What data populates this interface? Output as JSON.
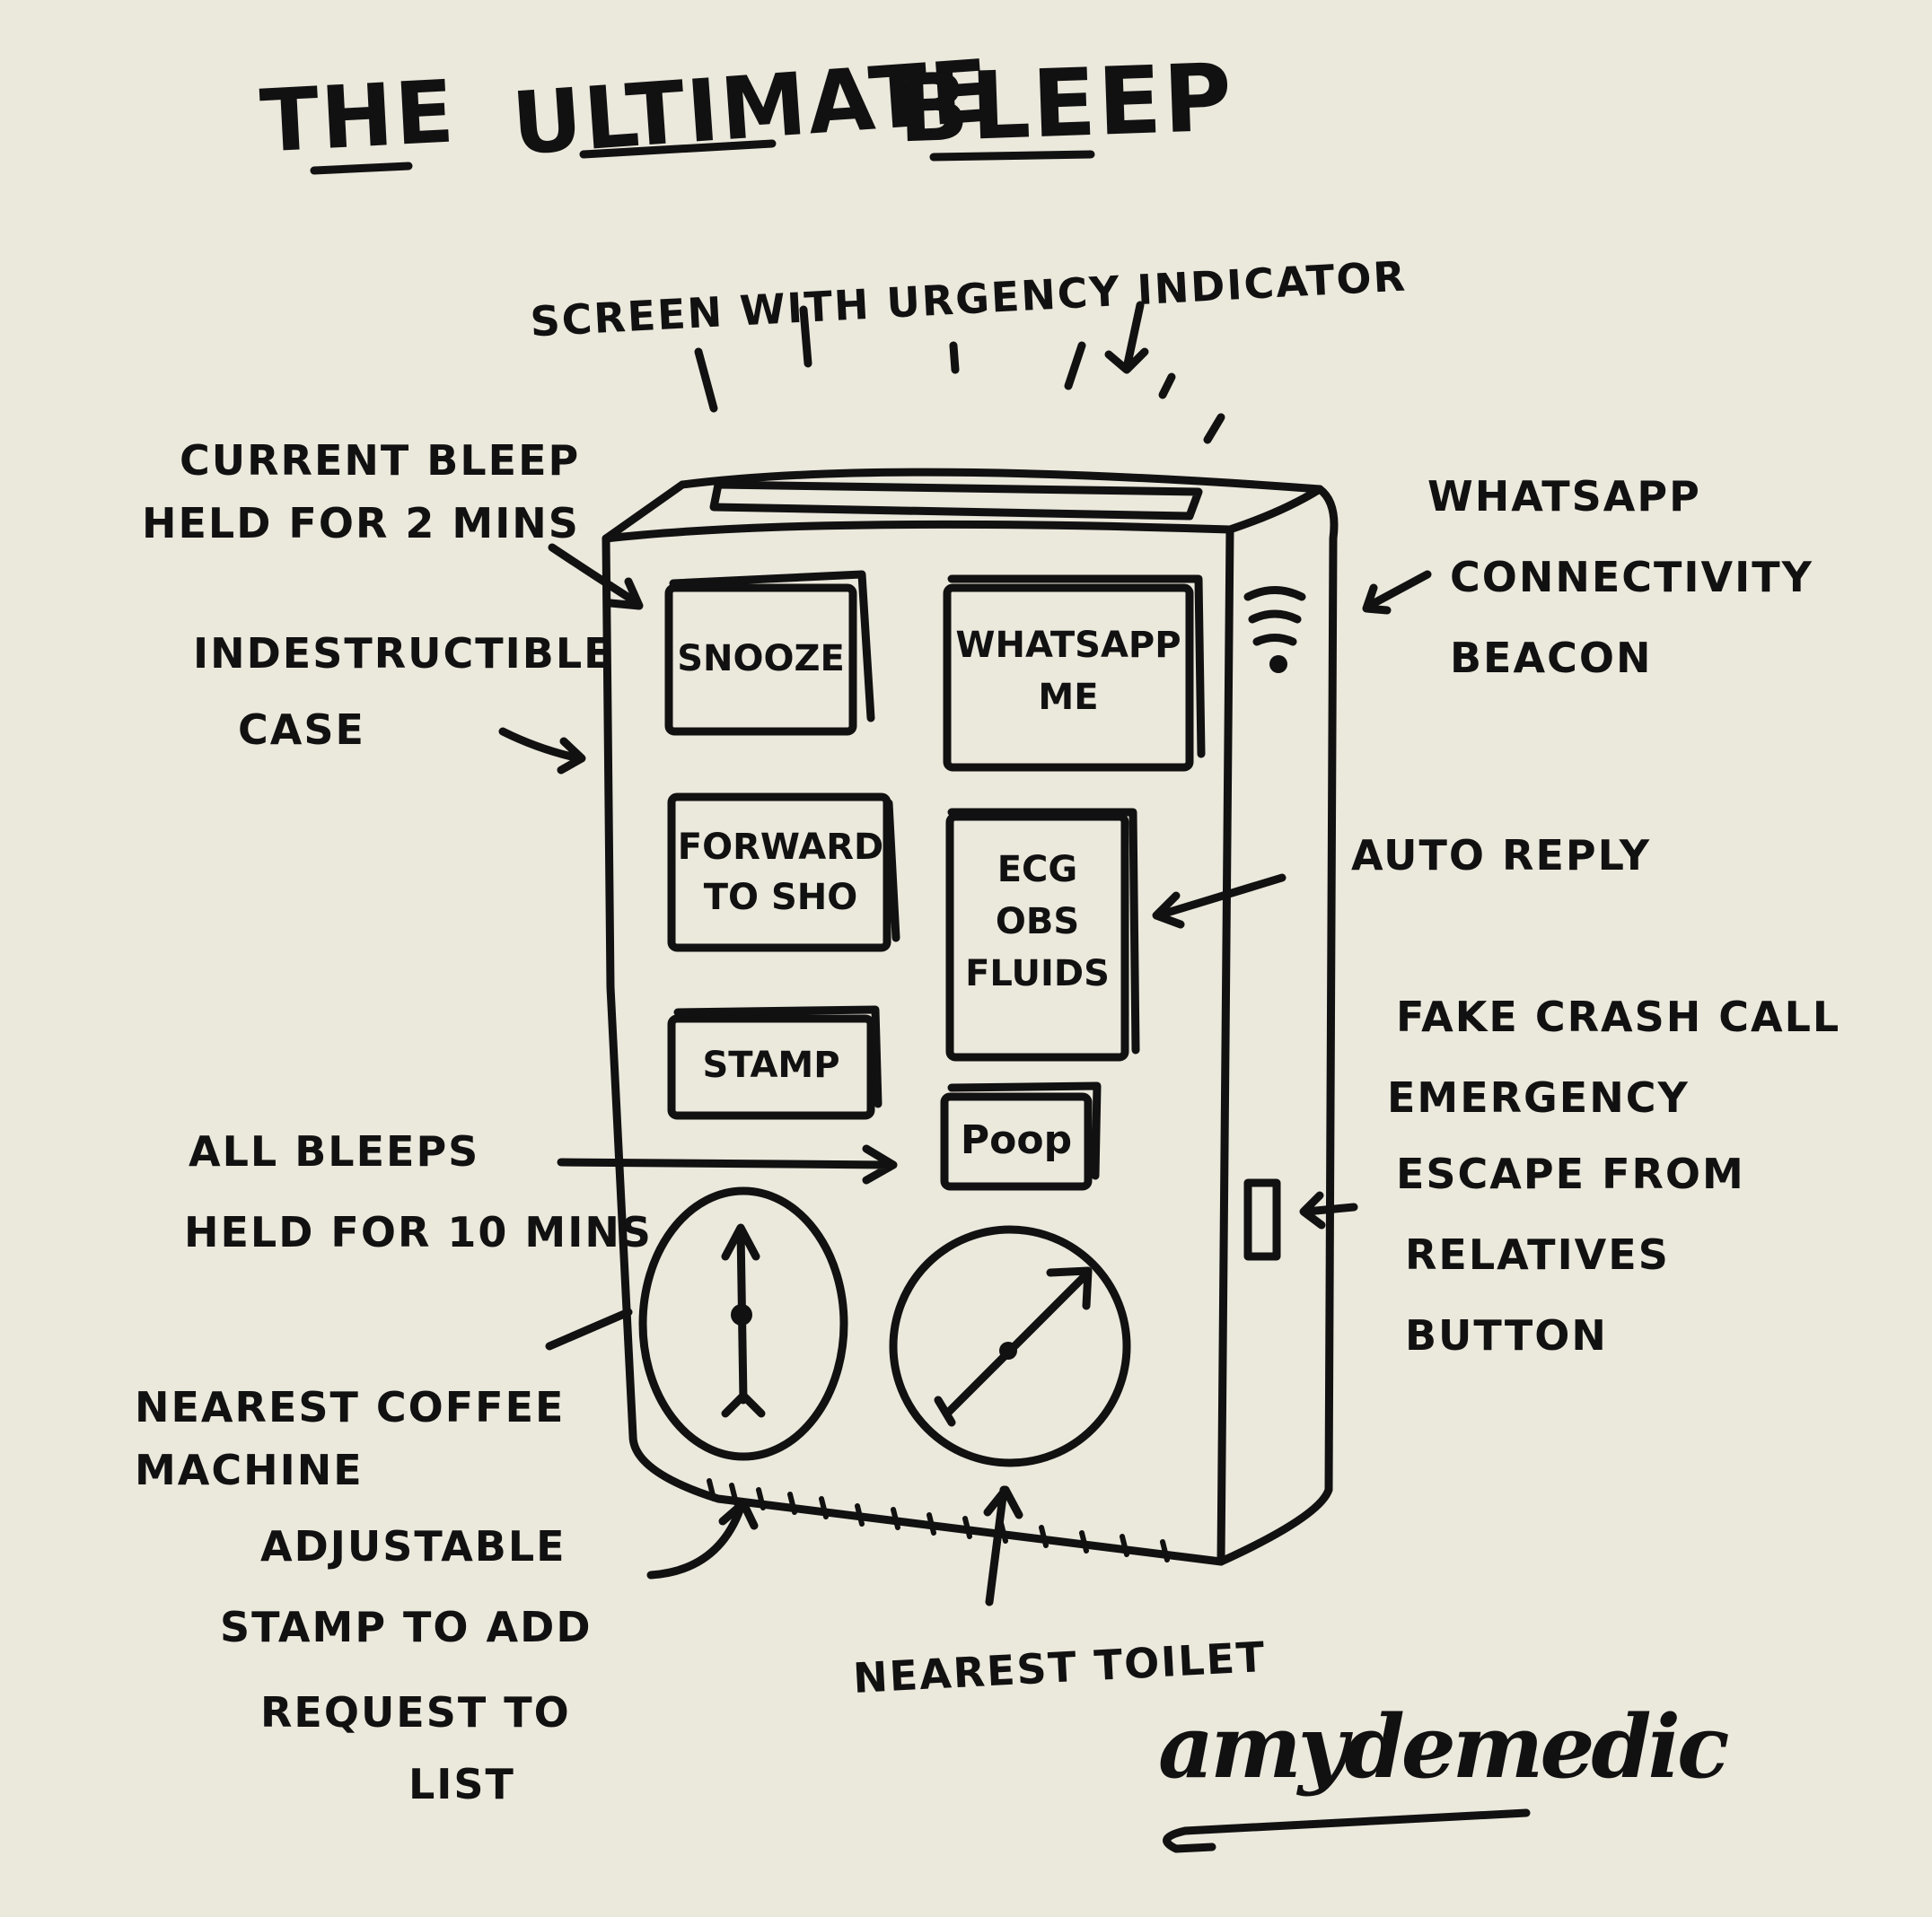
{
  "title": {
    "word1": "The",
    "word2": "Ultimate",
    "word3": "Bleep"
  },
  "labels": {
    "screen": "Screen with urgency indicator",
    "current_bleep": [
      "Current bleep",
      "held for 2 mins"
    ],
    "case": [
      "Indestructible",
      "case"
    ],
    "whatsapp_beacon": [
      "WhatsApp",
      "connectivity",
      "beacon"
    ],
    "auto_reply": "Auto reply",
    "fake_crash": [
      "Fake crash call",
      "emergency",
      "escape from",
      "relatives",
      "button"
    ],
    "all_bleeps": [
      "All bleeps",
      "held for 10 mins"
    ],
    "coffee": [
      "Nearest coffee",
      "machine"
    ],
    "stamp_adjust": [
      "Adjustable",
      "stamp to add",
      "request to",
      "list"
    ],
    "toilet": "Nearest toilet"
  },
  "device_buttons": {
    "snooze": "Snooze",
    "whatsapp_me": [
      "WhatsApp",
      "me"
    ],
    "forward": [
      "Forward",
      "to SHO"
    ],
    "ecg": [
      "ECG",
      "OBS",
      "Fluids"
    ],
    "stamp": "Stamp",
    "poop": "Poop"
  },
  "signature": "amydemedic",
  "colors": {
    "paper": "#ebe8dc",
    "ink": "#111111"
  }
}
